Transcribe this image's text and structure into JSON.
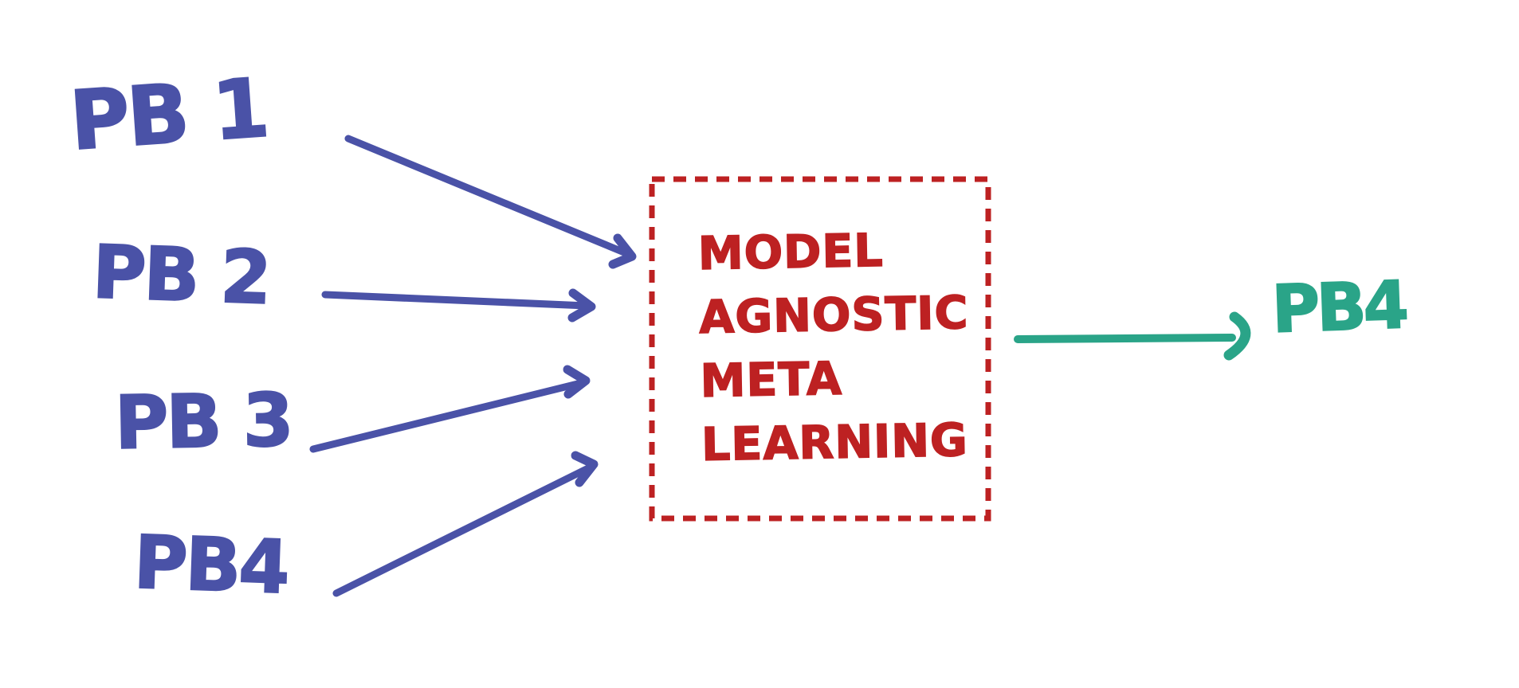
{
  "diagram": {
    "inputs": [
      {
        "label": "PB 1"
      },
      {
        "label": "PB 2"
      },
      {
        "label": "PB 3"
      },
      {
        "label": "PB4"
      }
    ],
    "process_box": {
      "lines": [
        "MODEL",
        "AGNOSTIC",
        "META",
        "LEARNING"
      ]
    },
    "output": {
      "label": "PB4"
    },
    "colors": {
      "input_label_blue": "#4a52a7",
      "box_red": "#bd2122",
      "output_green": "#2aa488",
      "background": "#ffffff"
    }
  }
}
